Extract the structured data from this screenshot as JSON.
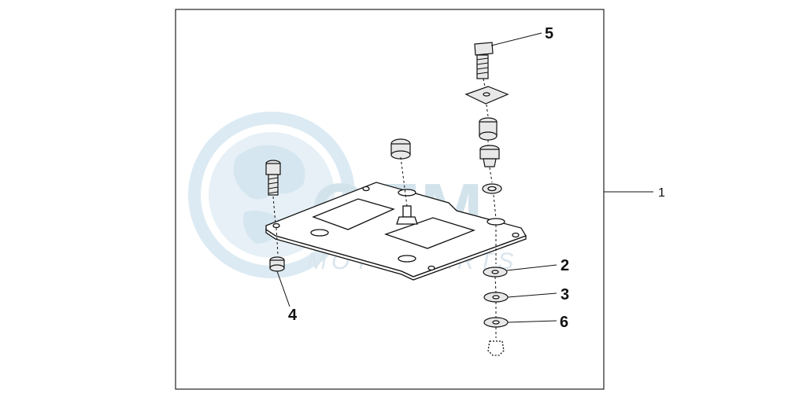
{
  "diagram": {
    "callouts": {
      "c1": "1",
      "c2": "2",
      "c3": "3",
      "c4": "4",
      "c5": "5",
      "c6": "6"
    },
    "watermark": {
      "main": "OEM",
      "sub": "MOTORPARTS"
    }
  }
}
